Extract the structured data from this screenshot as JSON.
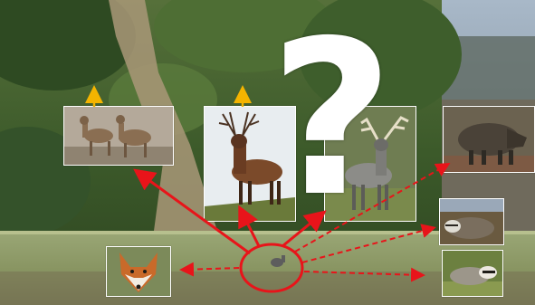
{
  "question_mark": "?",
  "colors": {
    "arrow_red": "#e8141a",
    "up_arrow": "#f4b400",
    "circle": "#e8141a"
  },
  "animals": [
    {
      "name": "roe-deer"
    },
    {
      "name": "red-deer"
    },
    {
      "name": "fallow-deer"
    },
    {
      "name": "wild-boar"
    },
    {
      "name": "badger-lying"
    },
    {
      "name": "badger-standing"
    },
    {
      "name": "red-fox"
    }
  ]
}
